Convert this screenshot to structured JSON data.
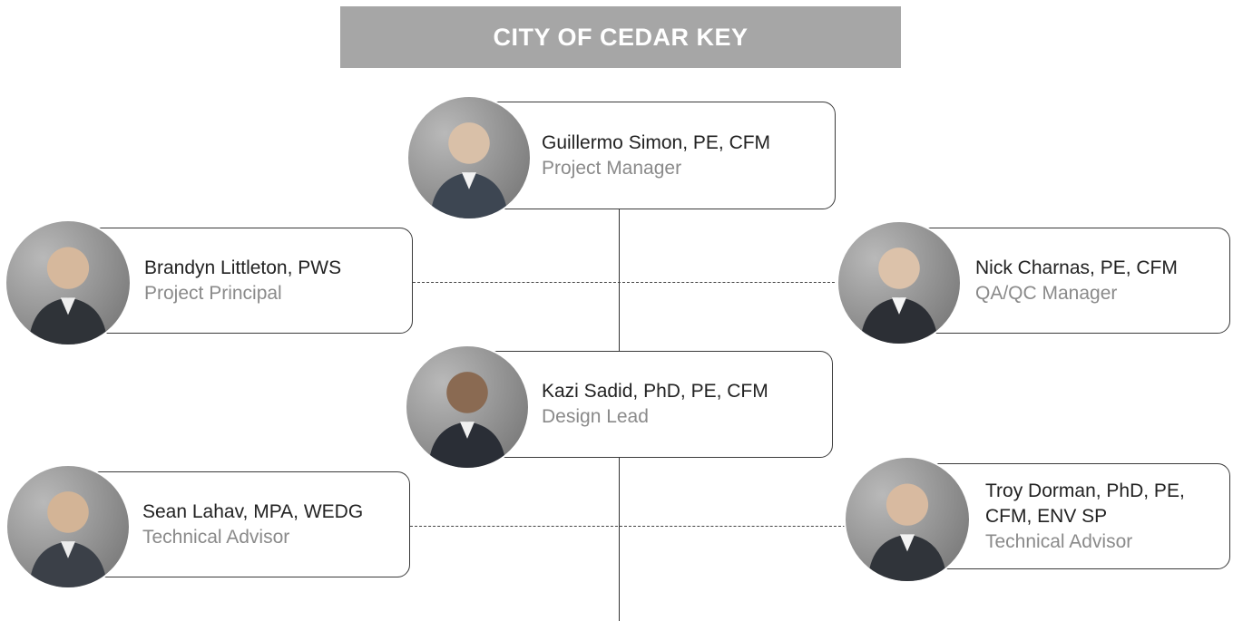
{
  "header": {
    "title": "CITY OF CEDAR KEY"
  },
  "members": [
    {
      "id": "guillermo-simon",
      "name": "Guillermo Simon, PE, CFM",
      "role": "Project Manager"
    },
    {
      "id": "brandyn-littleton",
      "name": "Brandyn Littleton, PWS",
      "role": "Project Principal"
    },
    {
      "id": "nick-charnas",
      "name": "Nick Charnas, PE, CFM",
      "role": "QA/QC Manager"
    },
    {
      "id": "kazi-sadid",
      "name": "Kazi Sadid, PhD, PE, CFM",
      "role": "Design Lead"
    },
    {
      "id": "sean-lahav",
      "name": "Sean Lahav, MPA, WEDG",
      "role": "Technical Advisor"
    },
    {
      "id": "troy-dorman",
      "name_lines": [
        "Troy Dorman, PhD, PE,",
        "CFM, ENV SP"
      ],
      "role": "Technical Advisor"
    }
  ],
  "icons": {
    "photo": "person-photo-icon"
  },
  "colors": {
    "header_bg": "#a6a6a6",
    "header_text": "#ffffff",
    "role_text": "#8a8a8a",
    "name_text": "#222222"
  }
}
